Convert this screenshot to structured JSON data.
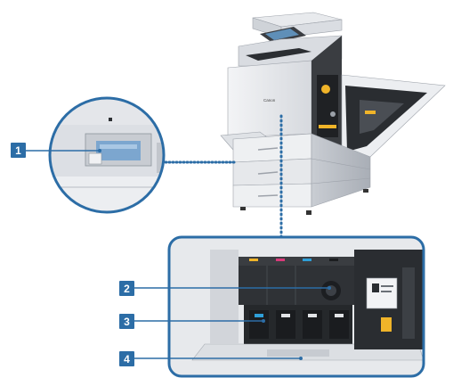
{
  "callouts": [
    {
      "number": "1",
      "part": "toner-cartridge-access"
    },
    {
      "number": "2",
      "part": "waste-toner-container"
    },
    {
      "number": "3",
      "part": "drum-units"
    },
    {
      "number": "4",
      "part": "lower-compartment"
    }
  ],
  "brand_label": "Canon",
  "colors": {
    "accent": "#2c6da6",
    "machine_body": "#e9ebee",
    "machine_shadow": "#b9bec5",
    "interior_dark": "#2d3034",
    "leader_line": "#2c6da6"
  }
}
